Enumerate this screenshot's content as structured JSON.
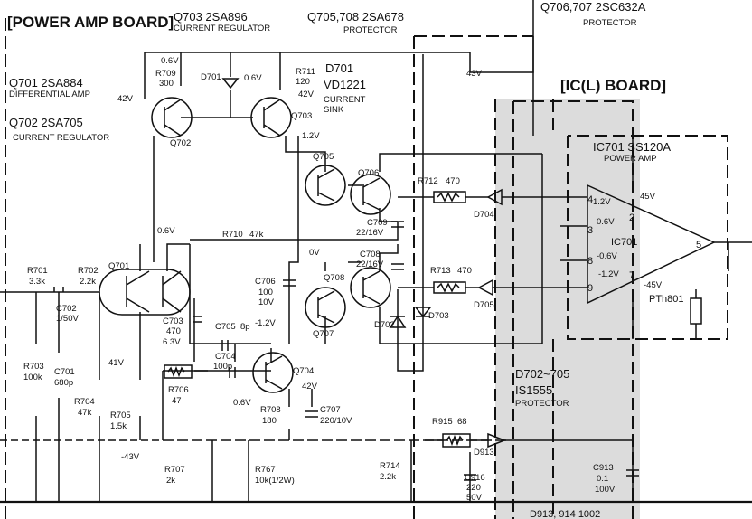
{
  "titles": {
    "power_amp_board": "[POWER AMP BOARD]",
    "ic_board": "[IC(L) BOARD]"
  },
  "header": {
    "q703_part": "Q703 2SA896",
    "q703_role": "CURRENT REGULATOR",
    "q705_part": "Q705,708 2SA678",
    "q705_role": "PROTECTOR",
    "q706_part": "Q706,707 2SC632A",
    "q706_role": "PROTECTOR"
  },
  "left_notes": {
    "q701_part": "Q701 2SA884",
    "q701_role": "DIFFERENTIAL AMP",
    "q702_part": "Q702 2SA705",
    "q702_role": "CURRENT REGULATOR"
  },
  "d701": {
    "ref": "D701",
    "part": "VD1221",
    "role1": "CURRENT",
    "role2": "SINK"
  },
  "ic701": {
    "part": "IC701 SS120A",
    "role": "POWER AMP",
    "label": "IC701",
    "ref": "PTh801"
  },
  "protector_note": {
    "refs": "D702~705",
    "part": "IS1555",
    "role": "PROTECTOR"
  },
  "bottom_note": "D913, 914 1002",
  "components": {
    "r709": "R709",
    "r709_val": "300",
    "d701_small": "D701",
    "r711": "R711",
    "r711_val": "120",
    "q702": "Q702",
    "q703": "Q703",
    "q701": "Q701",
    "q705": "Q705",
    "q706": "Q706",
    "q707": "Q707",
    "q708": "Q708",
    "q704": "Q704",
    "r712": "R712",
    "r712_val": "470",
    "d704": "D704",
    "r713": "R713",
    "r713_val": "470",
    "d705": "D705",
    "c709": "C709",
    "c709_val": "22/16V",
    "c708": "C708",
    "c708_val": "22/16V",
    "r710": "R710",
    "r710_val": "47k",
    "c706": "C706",
    "c706_val1": "100",
    "c706_val2": "10V",
    "c705": "C705",
    "c705_val": "8p",
    "c704": "C704",
    "c704_val": "100p",
    "c703": "C703",
    "c703_val1": "470",
    "c703_val2": "6.3V",
    "d702": "D702",
    "d703": "D703",
    "r701": "R701",
    "r701_val": "3.3k",
    "r702": "R702",
    "r702_val": "2.2k",
    "c702": "C702",
    "c702_val": "1/50V",
    "r703": "R703",
    "r703_val": "100k",
    "c701": "C701",
    "c701_val": "680p",
    "r704": "R704",
    "r704_val": "47k",
    "r705": "R705",
    "r705_val": "1.5k",
    "r706": "R706",
    "r706_val": "47",
    "r707": "R707",
    "r707_val": "2k",
    "r767": "R767",
    "r767_val": "10k(1/2W)",
    "r708": "R708",
    "r708_val": "180",
    "c707": "C707",
    "c707_val": "220/10V",
    "r714": "R714",
    "r714_val": "2.2k",
    "r915": "R915",
    "r915_val": "68",
    "d913": "D913",
    "c916": "C916",
    "c916_val1": "220",
    "c916_val2": "50V",
    "c913": "C913",
    "c913_val1": "0.1",
    "c913_val2": "100V"
  },
  "voltages": {
    "v06_top": "0.6V",
    "v06_q703": "0.6V",
    "v42_left": "42V",
    "v42_right": "42V",
    "v43_top": "43V",
    "v12_top": "1.2V",
    "v06_q701": "0.6V",
    "v0": "0V",
    "v12_q704": "-1.2V",
    "v41": "41V",
    "v06_q704": "0.6V",
    "v42_q704": "42V",
    "v43_bot": "-43V",
    "ic_p12": "1.2V",
    "ic_06": "0.6V",
    "ic_n06": "-0.6V",
    "ic_n12": "-1.2V",
    "ic_p45": "45V",
    "ic_n45": "-45V"
  },
  "pins": {
    "p4": "4",
    "p3": "3",
    "p8": "8",
    "p9": "9",
    "p2": "2",
    "p7": "7",
    "p5": "5"
  }
}
